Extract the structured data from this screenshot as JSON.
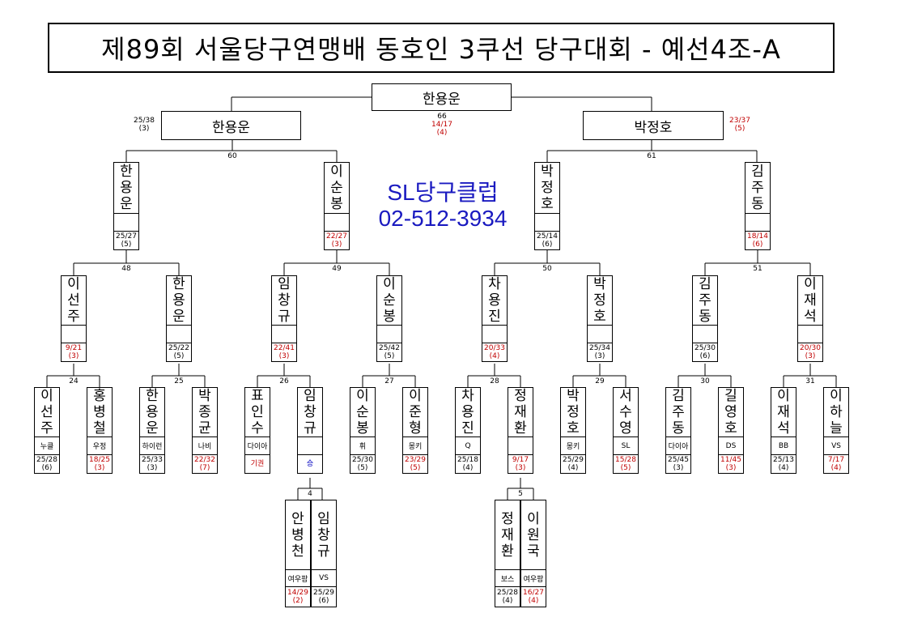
{
  "title": "제89회 서울당구연맹배 동호인 3쿠선 당구대회 - 예선4조-A",
  "advert": {
    "line1": "SL당구클럽",
    "line2": "02-512-3934"
  },
  "final": {
    "winner": "한용운",
    "match_no": "66"
  },
  "semis": [
    {
      "name": "한용운",
      "score": "25/38",
      "inning": "(3)"
    },
    {
      "name": "박정호",
      "score": "23/37",
      "inning": "(5)"
    }
  ],
  "final_score": {
    "score": "14/17",
    "inning": "(4)"
  },
  "round2_matches": {
    "left": "60",
    "right": "61"
  },
  "quarter": [
    {
      "name": "한용운",
      "score": "25/27",
      "inning": "(5)"
    },
    {
      "name": "이순봉",
      "score": "22/27",
      "inning": "(3)"
    },
    {
      "name": "박정호",
      "score": "25/14",
      "inning": "(6)"
    },
    {
      "name": "김주동",
      "score": "18/14",
      "inning": "(6)"
    }
  ],
  "round3_matches": [
    "48",
    "49",
    "50",
    "51"
  ],
  "round16": [
    {
      "name": "이선주",
      "score": "9/21",
      "inning": "(3)"
    },
    {
      "name": "한용운",
      "score": "25/22",
      "inning": "(5)"
    },
    {
      "name": "임창규",
      "score": "22/41",
      "inning": "(3)"
    },
    {
      "name": "이순봉",
      "score": "25/42",
      "inning": "(5)"
    },
    {
      "name": "차용진",
      "score": "20/33",
      "inning": "(4)"
    },
    {
      "name": "박정호",
      "score": "25/34",
      "inning": "(3)"
    },
    {
      "name": "김주동",
      "score": "25/30",
      "inning": "(6)"
    },
    {
      "name": "이재석",
      "score": "20/30",
      "inning": "(3)"
    }
  ],
  "round4_matches": [
    "24",
    "25",
    "26",
    "27",
    "28",
    "29",
    "30",
    "31"
  ],
  "players": [
    {
      "name": "이선주",
      "club": "누클",
      "score": "25/28",
      "inning": "(6)"
    },
    {
      "name": "홍병철",
      "club": "우정",
      "score": "18/25",
      "inning": "(3)"
    },
    {
      "name": "한용운",
      "club": "하이런",
      "score": "25/33",
      "inning": "(3)"
    },
    {
      "name": "박종균",
      "club": "나비",
      "score": "22/32",
      "inning": "(7)"
    },
    {
      "name": "표인수",
      "club": "다이아",
      "score": "기권",
      "inning": ""
    },
    {
      "name": "임창규",
      "club": "",
      "score": "승",
      "inning": ""
    },
    {
      "name": "이순봉",
      "club": "휘",
      "score": "25/30",
      "inning": "(5)"
    },
    {
      "name": "이준형",
      "club": "몽키",
      "score": "23/29",
      "inning": "(5)"
    },
    {
      "name": "차용진",
      "club": "Q",
      "score": "25/18",
      "inning": "(4)"
    },
    {
      "name": "정재환",
      "club": "",
      "score": "9/17",
      "inning": "(3)"
    },
    {
      "name": "박정호",
      "club": "몽키",
      "score": "25/29",
      "inning": "(4)"
    },
    {
      "name": "서수영",
      "club": "SL",
      "score": "15/28",
      "inning": "(5)"
    },
    {
      "name": "김주동",
      "club": "다이아",
      "score": "25/45",
      "inning": "(3)"
    },
    {
      "name": "길영호",
      "club": "DS",
      "score": "11/45",
      "inning": "(3)"
    },
    {
      "name": "이재석",
      "club": "BB",
      "score": "25/13",
      "inning": "(4)"
    },
    {
      "name": "이하늘",
      "club": "VS",
      "score": "7/17",
      "inning": "(4)"
    }
  ],
  "prelim_matches": [
    "4",
    "5"
  ],
  "prelims": [
    {
      "name": "안병천",
      "club": "여우팜",
      "score": "14/29",
      "inning": "(2)"
    },
    {
      "name": "임창규",
      "club": "VS",
      "score": "25/29",
      "inning": "(6)"
    },
    {
      "name": "정재환",
      "club": "보스",
      "score": "25/28",
      "inning": "(4)"
    },
    {
      "name": "이원국",
      "club": "여우팜",
      "score": "16/27",
      "inning": "(4)"
    }
  ]
}
